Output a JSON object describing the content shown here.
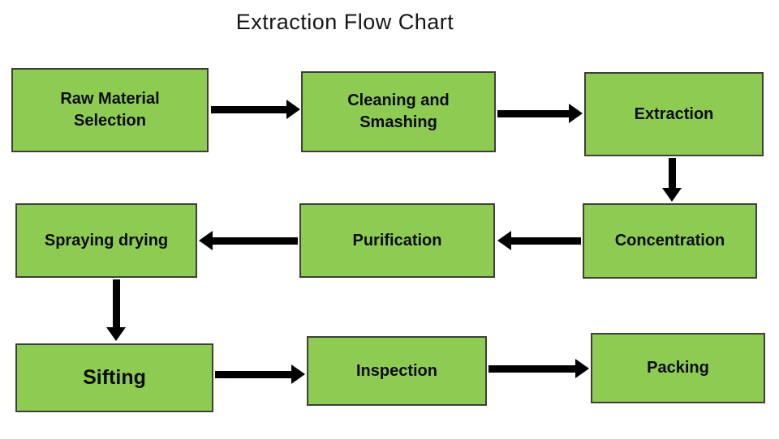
{
  "title": "Extraction Flow Chart",
  "colors": {
    "node_fill": "#8ecb52",
    "node_border": "#3f3f37",
    "arrow": "#000000",
    "background": "#ffffff",
    "text": "#0b0b0b"
  },
  "nodes": [
    {
      "id": "raw-material-selection",
      "label": "Raw Material\nSelection"
    },
    {
      "id": "cleaning-and-smashing",
      "label": "Cleaning and\nSmashing"
    },
    {
      "id": "extraction",
      "label": "Extraction"
    },
    {
      "id": "concentration",
      "label": "Concentration"
    },
    {
      "id": "purification",
      "label": "Purification"
    },
    {
      "id": "spraying-drying",
      "label": "Spraying drying"
    },
    {
      "id": "sifting",
      "label": "Sifting"
    },
    {
      "id": "inspection",
      "label": "Inspection"
    },
    {
      "id": "packing",
      "label": "Packing"
    }
  ],
  "edges": [
    {
      "from": "raw-material-selection",
      "to": "cleaning-and-smashing",
      "direction": "right"
    },
    {
      "from": "cleaning-and-smashing",
      "to": "extraction",
      "direction": "right"
    },
    {
      "from": "extraction",
      "to": "concentration",
      "direction": "down"
    },
    {
      "from": "concentration",
      "to": "purification",
      "direction": "left"
    },
    {
      "from": "purification",
      "to": "spraying-drying",
      "direction": "left"
    },
    {
      "from": "spraying-drying",
      "to": "sifting",
      "direction": "down"
    },
    {
      "from": "sifting",
      "to": "inspection",
      "direction": "right"
    },
    {
      "from": "inspection",
      "to": "packing",
      "direction": "right"
    }
  ]
}
